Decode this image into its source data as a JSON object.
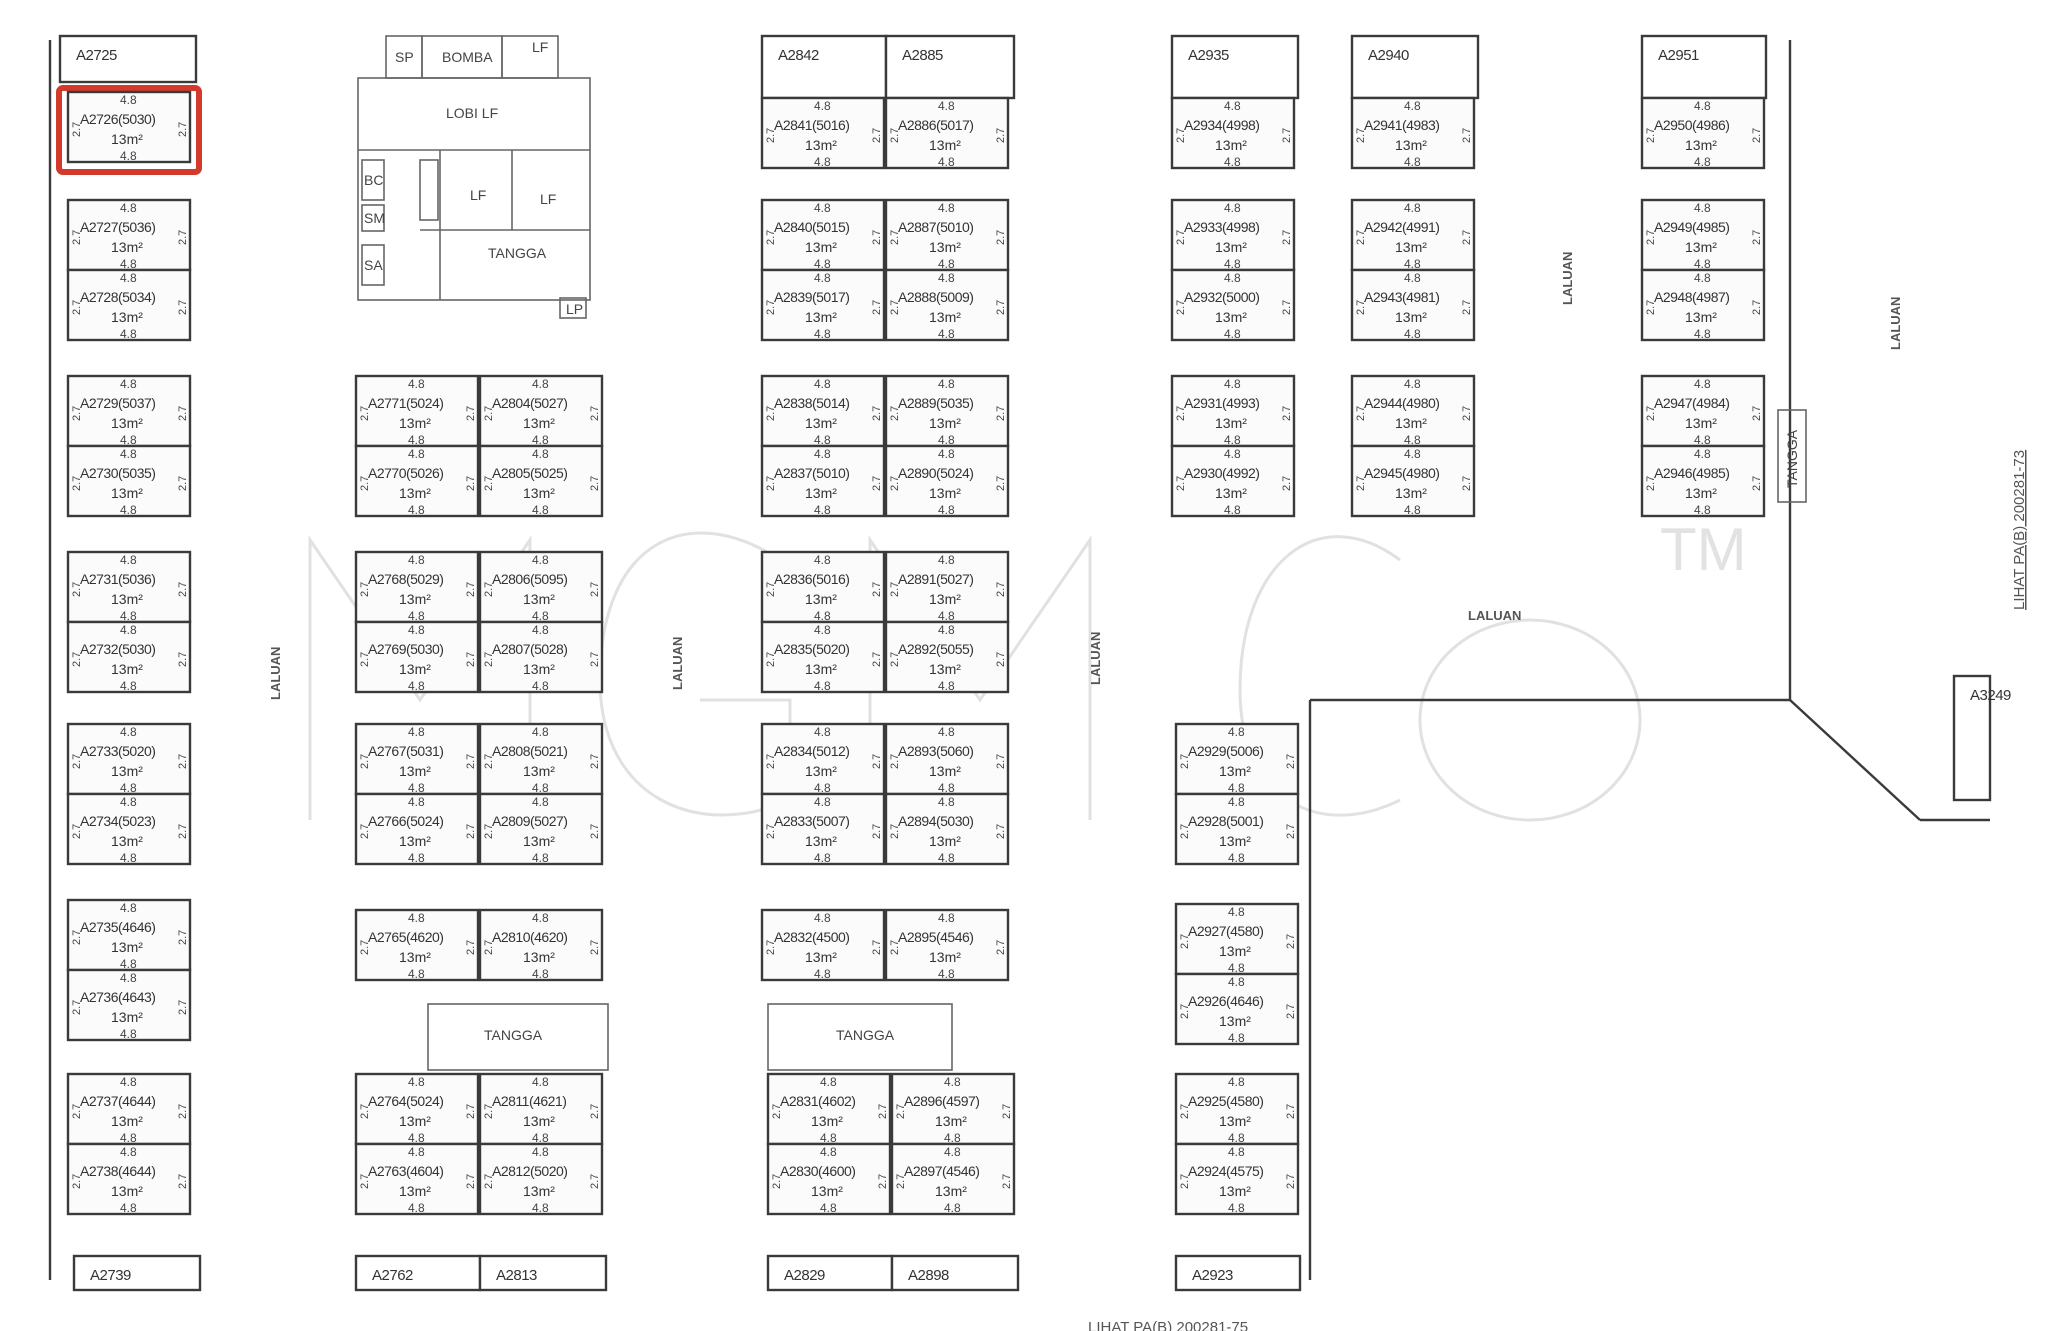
{
  "map": {
    "dimension_long": "4.8",
    "dimension_short": "2.7",
    "area": "13m²",
    "highlighted_lot": "A2726",
    "roads": {
      "label": "LALUAN"
    },
    "references": {
      "bottom": "LIHAT PA(B) 200281-75",
      "right": "LIHAT PA(B) 200281-73"
    },
    "watermark": "MGMCo",
    "trademark": "TM",
    "facilities": {
      "sp": "SP",
      "bomba": "BOMBA",
      "lf": "LF",
      "lobi_lf": "LOBI LF",
      "tangga": "TANGGA",
      "bc": "BC",
      "sm": "SM",
      "sa": "SA",
      "lp": "LP"
    },
    "headers": [
      {
        "id": "h1",
        "label": "A2725"
      },
      {
        "id": "h2",
        "label": "A2842"
      },
      {
        "id": "h3",
        "label": "A2885"
      },
      {
        "id": "h4",
        "label": "A2935"
      },
      {
        "id": "h5",
        "label": "A2940"
      },
      {
        "id": "h6",
        "label": "A2951"
      },
      {
        "id": "h7",
        "label": "A2739"
      },
      {
        "id": "h8",
        "label": "A2762"
      },
      {
        "id": "h9",
        "label": "A2813"
      },
      {
        "id": "h10",
        "label": "A2829"
      },
      {
        "id": "h11",
        "label": "A2898"
      },
      {
        "id": "h12",
        "label": "A2923"
      },
      {
        "id": "h13",
        "label": "A3249"
      }
    ],
    "lots": [
      {
        "code": "A2726(5030)"
      },
      {
        "code": "A2727(5036)"
      },
      {
        "code": "A2728(5034)"
      },
      {
        "code": "A2729(5037)"
      },
      {
        "code": "A2730(5035)"
      },
      {
        "code": "A2731(5036)"
      },
      {
        "code": "A2732(5030)"
      },
      {
        "code": "A2733(5020)"
      },
      {
        "code": "A2734(5023)"
      },
      {
        "code": "A2735(4646)"
      },
      {
        "code": "A2736(4643)"
      },
      {
        "code": "A2737(4644)"
      },
      {
        "code": "A2738(4644)"
      },
      {
        "code": "A2771(5024)"
      },
      {
        "code": "A2804(5027)"
      },
      {
        "code": "A2770(5026)"
      },
      {
        "code": "A2805(5025)"
      },
      {
        "code": "A2768(5029)"
      },
      {
        "code": "A2806(5095)"
      },
      {
        "code": "A2769(5030)"
      },
      {
        "code": "A2807(5028)"
      },
      {
        "code": "A2767(5031)"
      },
      {
        "code": "A2808(5021)"
      },
      {
        "code": "A2766(5024)"
      },
      {
        "code": "A2809(5027)"
      },
      {
        "code": "A2765(4620)"
      },
      {
        "code": "A2810(4620)"
      },
      {
        "code": "A2764(5024)"
      },
      {
        "code": "A2811(4621)"
      },
      {
        "code": "A2763(4604)"
      },
      {
        "code": "A2812(5020)"
      },
      {
        "code": "A2841(5016)"
      },
      {
        "code": "A2886(5017)"
      },
      {
        "code": "A2840(5015)"
      },
      {
        "code": "A2887(5010)"
      },
      {
        "code": "A2839(5017)"
      },
      {
        "code": "A2888(5009)"
      },
      {
        "code": "A2838(5014)"
      },
      {
        "code": "A2889(5035)"
      },
      {
        "code": "A2837(5010)"
      },
      {
        "code": "A2890(5024)"
      },
      {
        "code": "A2836(5016)"
      },
      {
        "code": "A2891(5027)"
      },
      {
        "code": "A2835(5020)"
      },
      {
        "code": "A2892(5055)"
      },
      {
        "code": "A2834(5012)"
      },
      {
        "code": "A2893(5060)"
      },
      {
        "code": "A2833(5007)"
      },
      {
        "code": "A2894(5030)"
      },
      {
        "code": "A2832(4500)"
      },
      {
        "code": "A2895(4546)"
      },
      {
        "code": "A2831(4602)"
      },
      {
        "code": "A2896(4597)"
      },
      {
        "code": "A2830(4600)"
      },
      {
        "code": "A2897(4546)"
      },
      {
        "code": "A2934(4998)"
      },
      {
        "code": "A2941(4983)"
      },
      {
        "code": "A2950(4986)"
      },
      {
        "code": "A2933(4998)"
      },
      {
        "code": "A2942(4991)"
      },
      {
        "code": "A2949(4985)"
      },
      {
        "code": "A2932(5000)"
      },
      {
        "code": "A2943(4981)"
      },
      {
        "code": "A2948(4987)"
      },
      {
        "code": "A2931(4993)"
      },
      {
        "code": "A2944(4980)"
      },
      {
        "code": "A2947(4984)"
      },
      {
        "code": "A2930(4992)"
      },
      {
        "code": "A2945(4980)"
      },
      {
        "code": "A2946(4985)"
      },
      {
        "code": "A2929(5006)"
      },
      {
        "code": "A2928(5001)"
      },
      {
        "code": "A2927(4580)"
      },
      {
        "code": "A2926(4646)"
      },
      {
        "code": "A2925(4580)"
      },
      {
        "code": "A2924(4575)"
      }
    ]
  }
}
